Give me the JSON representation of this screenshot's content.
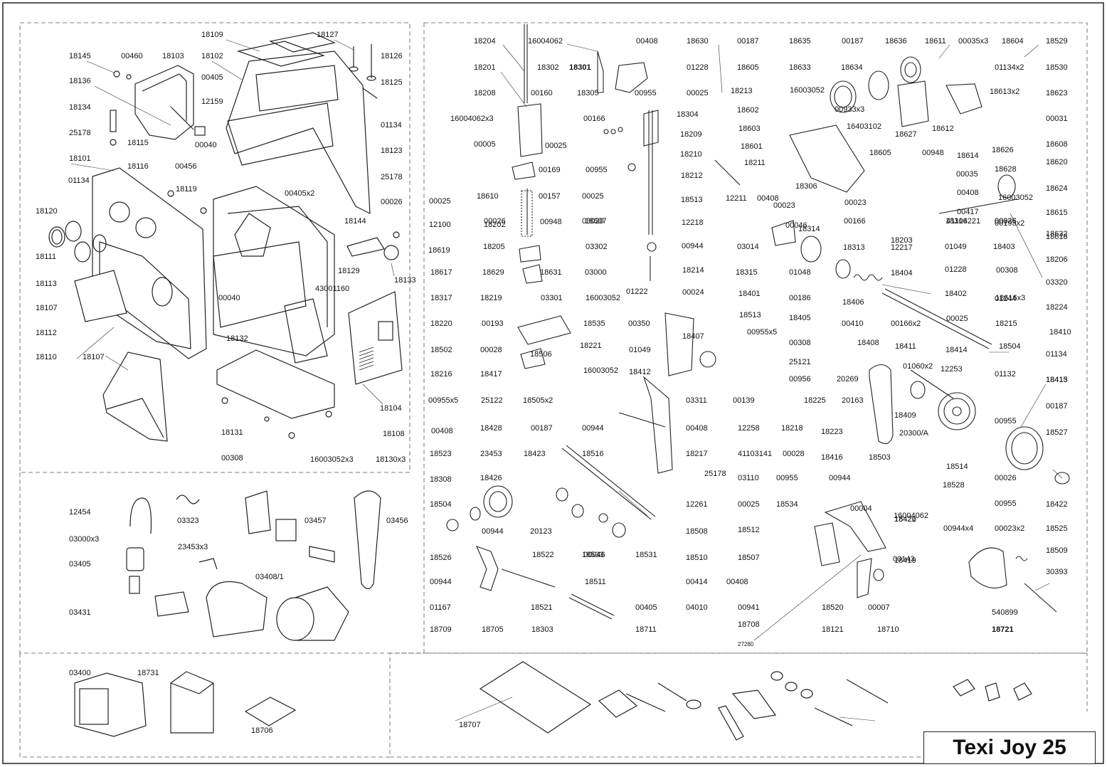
{
  "title": "Texi Joy 25",
  "parts": [
    "18145",
    "00460",
    "18103",
    "18136",
    "18134",
    "25178",
    "18115",
    "18101",
    "18116",
    "00456",
    "18119",
    "01134",
    "18120",
    "18111",
    "18113",
    "18107",
    "18112",
    "18110",
    "18107",
    "18109",
    "18127",
    "18126",
    "18125",
    "18102",
    "00405",
    "12159",
    "00040",
    "01134",
    "18123",
    "25178",
    "00405x2",
    "00026",
    "18144",
    "18129",
    "18133",
    "43001160",
    "00040",
    "18132",
    "18104",
    "18131",
    "18108",
    "00308",
    "16003052x3",
    "18130x3",
    "18204",
    "16004062",
    "00408",
    "18630",
    "00187",
    "18635",
    "00187",
    "18636",
    "18611",
    "00035x3",
    "18604",
    "18529",
    "18201",
    "18302",
    "18301",
    "01228",
    "18605",
    "18633",
    "18634",
    "01134x2",
    "18530",
    "18208",
    "18305",
    "00955",
    "00025",
    "18213",
    "16003052",
    "18613x2",
    "18623",
    "00160",
    "18304",
    "18602",
    "00933x3",
    "16004062x3",
    "00166",
    "18209",
    "18603",
    "16403102",
    "18627",
    "18612",
    "00031",
    "00005",
    "00025",
    "18210",
    "18601",
    "18605",
    "00948",
    "18626",
    "18608",
    "00169",
    "00955",
    "18212",
    "18211",
    "18614",
    "18620",
    "00157",
    "00025",
    "12211",
    "18306",
    "00035",
    "18628",
    "18624",
    "18610",
    "00408",
    "00023",
    "00025",
    "00408",
    "16003052",
    "18607",
    "00336",
    "18513",
    "00023",
    "00166",
    "18203",
    "00417",
    "12100",
    "00026",
    "41104221",
    "18615",
    "00046",
    "00025",
    "18632",
    "18202",
    "00948",
    "03020",
    "12218",
    "18314",
    "18316",
    "00193x2",
    "18618",
    "18619",
    "18205",
    "03302",
    "00944",
    "03014",
    "18313",
    "12217",
    "01049",
    "18403",
    "18617",
    "18629",
    "18631",
    "03000",
    "18214",
    "18315",
    "01048",
    "18404",
    "01228",
    "00308",
    "18206",
    "03301",
    "16003052",
    "00024",
    "00186",
    "18402",
    "18616x3",
    "03320",
    "18317",
    "18219",
    "01222",
    "18401",
    "18405",
    "18406",
    "01244",
    "18224",
    "18220",
    "00193",
    "00350",
    "18513",
    "00410",
    "00166x2",
    "00025",
    "18215",
    "18407",
    "00955x5",
    "18410",
    "00028",
    "18506",
    "18535",
    "18221",
    "01049",
    "00308",
    "18408",
    "18411",
    "18414",
    "18504",
    "18502",
    "16003052",
    "18412",
    "25121",
    "20269",
    "01060x2",
    "12253",
    "01134",
    "18216",
    "18417",
    "00956",
    "01132",
    "18413",
    "00955x5",
    "25122",
    "18505x2",
    "03311",
    "00139",
    "18225",
    "20163",
    "18409",
    "00955",
    "18415",
    "18428",
    "00187",
    "00944",
    "00408",
    "12258",
    "18218",
    "18223",
    "20300/A",
    "00187",
    "00408",
    "23453",
    "18423",
    "18516",
    "18217",
    "41103141",
    "00028",
    "18416",
    "18514",
    "18527",
    "18523",
    "18426",
    "25178",
    "03110",
    "18503",
    "00026",
    "18528",
    "18308",
    "00955",
    "00944",
    "00955",
    "18422",
    "18504",
    "12261",
    "00025",
    "18534",
    "00004",
    "16004062",
    "18420",
    "18419",
    "18421",
    "00944",
    "20123",
    "00046",
    "18531",
    "18508",
    "18512",
    "00944x4",
    "00023x2",
    "18525",
    "18526",
    "18522",
    "18533",
    "18510",
    "18507",
    "00143",
    "18509",
    "00944",
    "18511",
    "00414",
    "00408",
    "00941",
    "18520",
    "00007",
    "30393",
    "01167",
    "18521",
    "00405",
    "540899",
    "18709",
    "18705",
    "18303",
    "18711",
    "04010",
    "18708",
    "18121",
    "18710",
    "18721",
    "27280",
    "12454",
    "03323",
    "03457",
    "03456",
    "03000x3",
    "23453x3",
    "03405",
    "03408/1",
    "03431",
    "03400",
    "18731",
    "18706",
    "18707"
  ]
}
